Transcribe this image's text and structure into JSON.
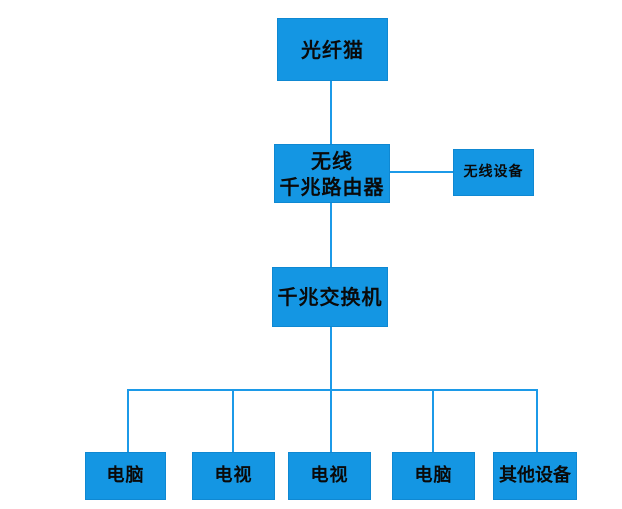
{
  "diagram": {
    "type": "network-topology",
    "colors": {
      "node_fill": "#1496e3",
      "node_border": "#0f88d2",
      "line": "#1c9ae8",
      "text": "#0a0a0a",
      "background": "#ffffff"
    },
    "nodes": {
      "fiber_modem": {
        "label": "光纤猫"
      },
      "router": {
        "label_line1": "无线",
        "label_line2": "千兆路由器"
      },
      "wireless_devices": {
        "label": "无线设备"
      },
      "gigabit_switch": {
        "label": "千兆交换机"
      },
      "pc1": {
        "label": "电脑"
      },
      "tv1": {
        "label": "电视"
      },
      "tv2": {
        "label": "电视"
      },
      "pc2": {
        "label": "电脑"
      },
      "other_devices": {
        "label": "其他设备"
      }
    },
    "edges": [
      {
        "from": "fiber_modem",
        "to": "router"
      },
      {
        "from": "router",
        "to": "wireless_devices"
      },
      {
        "from": "router",
        "to": "gigabit_switch"
      },
      {
        "from": "gigabit_switch",
        "to": "pc1"
      },
      {
        "from": "gigabit_switch",
        "to": "tv1"
      },
      {
        "from": "gigabit_switch",
        "to": "tv2"
      },
      {
        "from": "gigabit_switch",
        "to": "pc2"
      },
      {
        "from": "gigabit_switch",
        "to": "other_devices"
      }
    ]
  }
}
